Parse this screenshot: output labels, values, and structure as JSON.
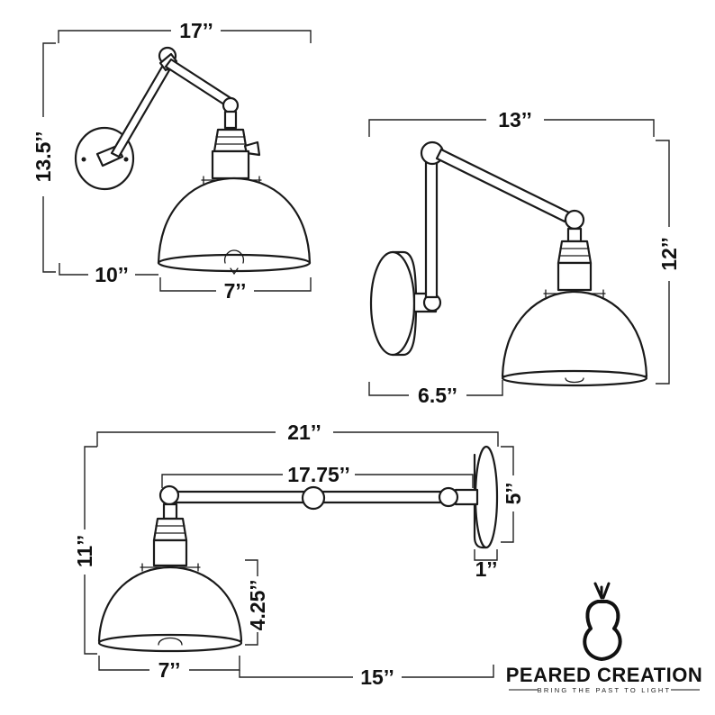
{
  "colors": {
    "ink": "#1a1a1a",
    "background": "#ffffff"
  },
  "views": {
    "side_angled": {
      "width": "17’’",
      "height": "13.5’’",
      "base_offset": "10’’",
      "shade_width": "7’’"
    },
    "side_upright": {
      "width": "13’’",
      "height": "12’’",
      "base_offset": "6.5’’"
    },
    "front_extended": {
      "total_width": "21’’",
      "arm_length": "17.75’’",
      "plate_height": "5’’",
      "plate_depth": "1’’",
      "height": "11’’",
      "shade_height": "4.25’’",
      "shade_width": "7’’",
      "reach": "15’’"
    }
  },
  "brand": {
    "name": "PEARED CREATION",
    "tagline": "BRING THE PAST TO LIGHT",
    "logo_icon": "pear-bulb-icon"
  }
}
